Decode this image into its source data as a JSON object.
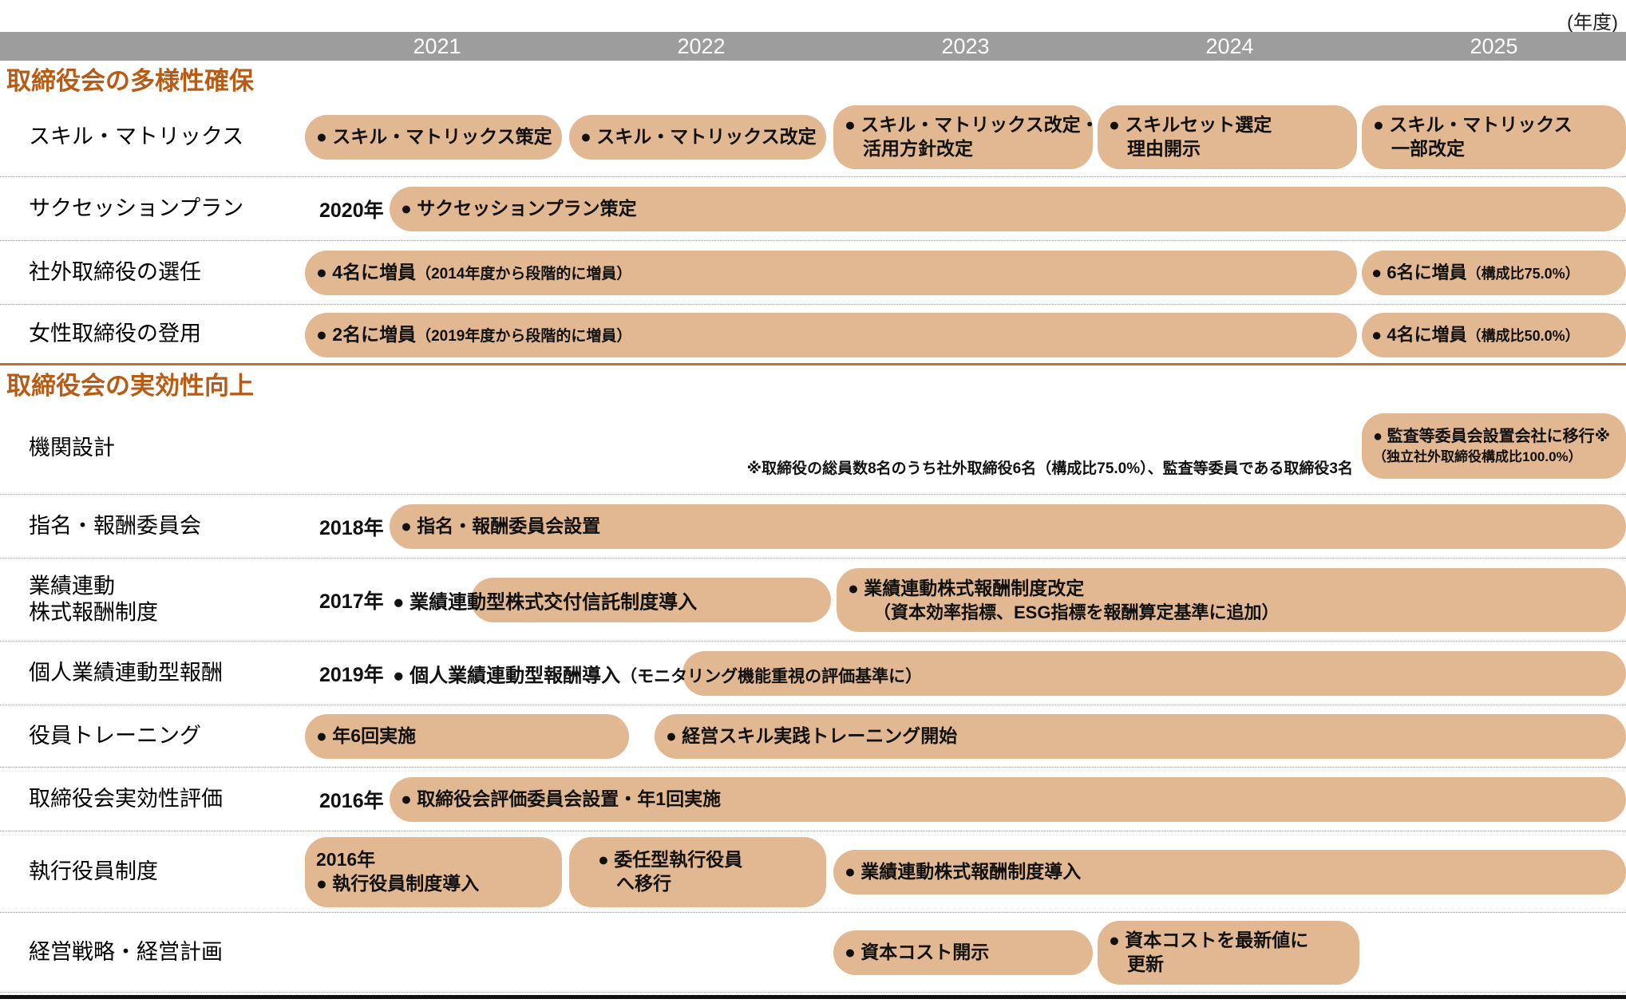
{
  "unit_label": "(年度)",
  "years": [
    "2021",
    "2022",
    "2023",
    "2024",
    "2025"
  ],
  "sections": {
    "diversity": {
      "title": "取締役会の多様性確保",
      "skill": {
        "label": "スキル・マトリックス",
        "b2021": "● スキル・マトリックス策定",
        "b2022": "● スキル・マトリックス改定",
        "b2023": "● スキル・マトリックス改定・\n　活用方針改定",
        "b2024": "● スキルセット選定\n　理由開示",
        "b2025": "● スキル・マトリックス\n　一部改定"
      },
      "succession": {
        "label": "サクセッションプラン",
        "prefix": "2020年",
        "bar": "● サクセッションプラン策定"
      },
      "outside_directors": {
        "label": "社外取締役の選任",
        "bar1": "● 4名に増員",
        "bar1_sub": "（2014年度から段階的に増員）",
        "bar2": "● 6名に増員",
        "bar2_sub": "（構成比75.0%）"
      },
      "female_directors": {
        "label": "女性取締役の登用",
        "bar1": "● 2名に増員",
        "bar1_sub": "（2019年度から段階的に増員）",
        "bar2": "● 4名に増員",
        "bar2_sub": "（構成比50.0%）"
      }
    },
    "effectiveness": {
      "title": "取締役会の実効性向上",
      "organization": {
        "label": "機関設計",
        "bar": "● 監査等委員会設置会社に移行※",
        "bar_sub": "（独立社外取締役構成比100.0%）",
        "note": "※取締役の総員数8名のうち社外取締役6名（構成比75.0%）、監査等委員である取締役3名"
      },
      "committee": {
        "label": "指名・報酬委員会",
        "prefix": "2018年",
        "bar": "● 指名・報酬委員会設置"
      },
      "stock_comp": {
        "label": "業績連動\n株式報酬制度",
        "prefix": "2017年",
        "overlay": "● 業績連動型株式交付信託制度導入",
        "bar2": "● 業績連動株式報酬制度改定",
        "bar2_sub": "（資本効率指標、ESG指標を報酬算定基準に追加）"
      },
      "individual_comp": {
        "label": "個人業績連動型報酬",
        "prefix": "2019年",
        "overlay": "● 個人業績連動型報酬導入",
        "overlay_sub": "（モニタリング機能重視の評価基準に）"
      },
      "training": {
        "label": "役員トレーニング",
        "bar1": "● 年6回実施",
        "bar2": "● 経営スキル実践トレーニング開始"
      },
      "evaluation": {
        "label": "取締役会実効性評価",
        "prefix": "2016年",
        "bar": "● 取締役会評価委員会設置・年1回実施"
      },
      "officer_system": {
        "label": "執行役員制度",
        "bar1": "2016年\n● 執行役員制度導入",
        "bar2": "● 委任型執行役員\n　へ移行",
        "bar3": "● 業績連動株式報酬制度導入"
      },
      "strategy": {
        "label": "経営戦略・経営計画",
        "bar1": "● 資本コスト開示",
        "bar2": "● 資本コストを最新値に\n　更新"
      }
    }
  }
}
